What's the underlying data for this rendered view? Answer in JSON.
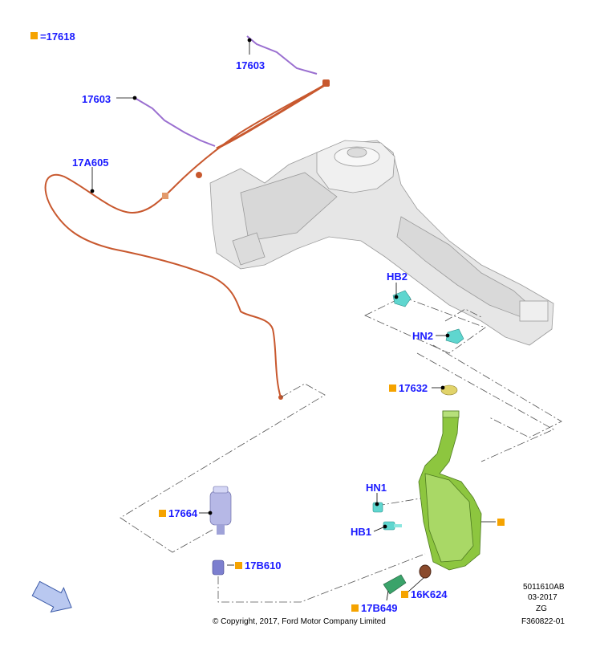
{
  "colors": {
    "callout_text": "#1a1aff",
    "marker": "#f5a300",
    "hose": "#c8582e",
    "harness": "#9a6fd0",
    "bracket": "#5fd6cf",
    "reservoir": "#8dc63f",
    "frame": "#e6e6e6"
  },
  "legend": {
    "marker_icon": "orange-square-icon",
    "text": "=17618"
  },
  "callouts": {
    "c17603a": "17603",
    "c17603b": "17603",
    "c17A605": "17A605",
    "cHB2": "HB2",
    "cHN2": "HN2",
    "c17632": "17632",
    "cHN1": "HN1",
    "cHB1": "HB1",
    "c17664": "17664",
    "c17B610": "17B610",
    "c17B649": "17B649",
    "c16K624": "16K624"
  },
  "info": {
    "part_code": "5011610AB",
    "date": "03-2017",
    "variant": "ZG",
    "figure_id": "F360822-01"
  },
  "copyright": "© Copyright, 2017, Ford Motor Company Limited",
  "icons": {
    "front_arrow": "front-direction-arrow-icon"
  }
}
